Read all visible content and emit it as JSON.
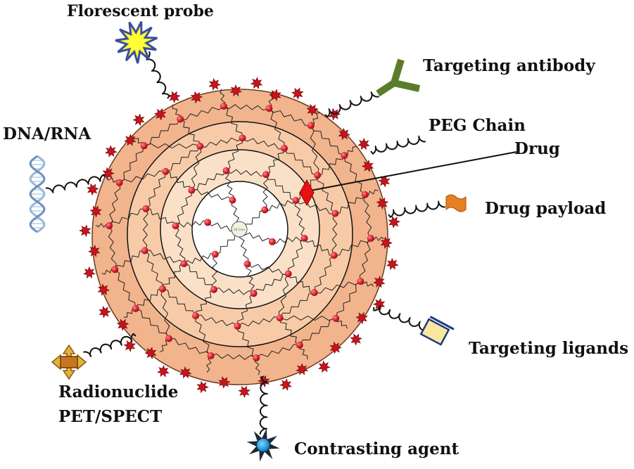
{
  "labels": {
    "fluorescent_probe": "Florescent probe",
    "targeting_antibody": "Targeting antibody",
    "dna_rna": "DNA/RNA",
    "peg_chain": "PEG Chain",
    "drug": "Drug",
    "drug_payload": "Drug payload",
    "targeting_ligands": "Targeting ligands",
    "radionuclide": "Radionuclide",
    "pet_spect": "PET/SPECT",
    "contrasting_agent": "Contrasting agent",
    "core": "SS Core"
  },
  "colors": {
    "shell_outer": "#f2b48c",
    "shell_mid": "#f8cba8",
    "shell_inner": "#fbe0c8",
    "shell_innermost": "#fdf1e6",
    "core_fill": "#ffffff",
    "node": "#d81e2c",
    "star": "#c9141c",
    "chain": "#111111",
    "antibody": "#5a7d2a",
    "fluor_fill": "#ffff33",
    "fluor_edge": "#3a4ea0",
    "payload": "#e67e22",
    "ligand": "#f9e79f",
    "ligand_edge": "#1f3a7a",
    "contrast_dot": "#16a2e0",
    "contrast_star": "#1a2a3a",
    "radio": "#c8771d",
    "drug_diamond": "#e81010",
    "dna": "#9ab7d8"
  },
  "icons": [
    "fluorescent-probe-icon",
    "antibody-icon",
    "dna-helix-icon",
    "drug-diamond-icon",
    "drug-payload-icon",
    "ligand-icon",
    "radionuclide-icon",
    "contrast-agent-icon"
  ]
}
